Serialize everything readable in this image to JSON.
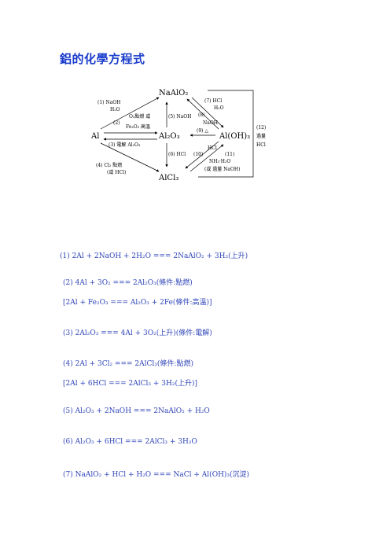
{
  "doc": {
    "title": "鋁的化學方程式"
  },
  "diagram": {
    "nodes": {
      "Al": "Al",
      "NaAlO2": "NaAlO₂",
      "Al2O3": "Al₂O₃",
      "AlOH3": "Al(OH)₃",
      "AlCl3": "AlCl₃"
    },
    "labels": {
      "l1a": "(1) NaOH",
      "l1b": "H₂O",
      "l2a": "O₂點燃 或",
      "l2b": "(2)",
      "l2c": "Fe₂O₃ 高溫",
      "l3": "(3) 電解 Al₂O₃",
      "l4a": "(4) Cl₂ 點燃",
      "l4b": "(或 HCl)",
      "l5": "(5) NaOH",
      "l6": "(6) HCl",
      "l7a": "(7) HCl",
      "l7b": "H₂O",
      "l8a": "(8)",
      "l8b": "NaOH",
      "l9": "(9) △",
      "l10": "(10)",
      "l10b": "HCl",
      "l11": "(11)",
      "l11b": "NH₃·H₂O",
      "l11c": "(或 過量 NaOH)",
      "l12a": "(12)",
      "l12b": "過量",
      "l12c": "HCl"
    }
  },
  "equations": [
    "(1)  2Al + 2NaOH + 2H₂O === 2NaAlO₂ + 3H₂(上升)",
    "(2)  4Al + 3O₂ === 2Al₂O₃(條件:點燃)",
    "[2Al + Fe₂O₃ === Al₂O₃ + 2Fe(條件:高溫)]",
    "(3)  2Al₂O₃ === 4Al + 3O₂(上升)(條件:電解)",
    "(4)  2Al + 3Cl₂ === 2AlCl₃(條件:點燃)",
    "[2Al + 6HCl === 2AlCl₃ + 3H₂(上升)]",
    "(5)  Al₂O₃ + 2NaOH === 2NaAlO₂ + H₂O",
    "(6)  Al₂O₃ + 6HCl === 2AlCl₃ + 3H₂O",
    "(7)  NaAlO₂ + HCl + H₂O === NaCl + Al(OH)₃(沉淀)"
  ]
}
